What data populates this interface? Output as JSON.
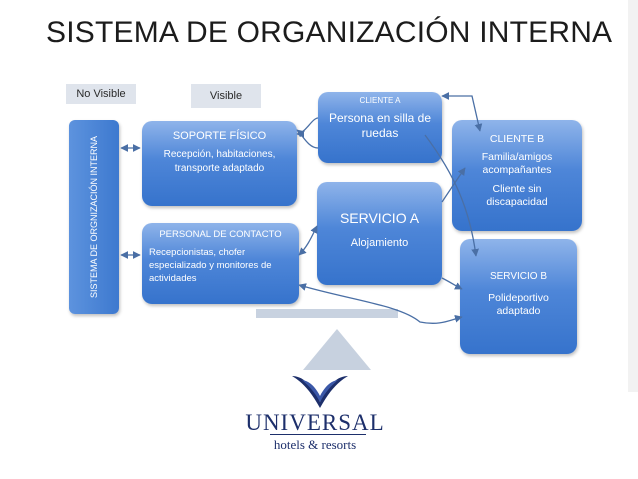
{
  "title": "SISTEMA DE ORGANIZACIÓN INTERNA",
  "tags": {
    "no_visible": "No Visible",
    "visible": "Visible"
  },
  "system_box": {
    "label": "SISTEMA DE ORGNIZACIÓN INTERNA"
  },
  "soporte": {
    "heading": "SOPORTE FÍSICO",
    "body": "Recepción, habitaciones, transporte adaptado"
  },
  "personal": {
    "heading": "PERSONAL DE CONTACTO",
    "body": "Recepcionistas, chofer especializado y monitores de actividades"
  },
  "cliente_a": {
    "heading": "CLIENTE A",
    "body": "Persona en silla de ruedas"
  },
  "servicio_a": {
    "heading": "SERVICIO A",
    "body": "Alojamiento"
  },
  "cliente_b": {
    "heading": "CLIENTE B",
    "body1": "Familia/amigos acompañantes",
    "body2": "Cliente sin discapacidad"
  },
  "servicio_b": {
    "heading": "SERVICIO B",
    "body": "Polideportivo adaptado"
  },
  "brand": {
    "name": "UNIVERSAL",
    "tagline": "hotels & resorts"
  },
  "colors": {
    "box_blue": "#3d79cf",
    "box_light": "#8fb4ea",
    "arrow": "#4a6fa5",
    "brand_navy": "#1d2f6b"
  }
}
